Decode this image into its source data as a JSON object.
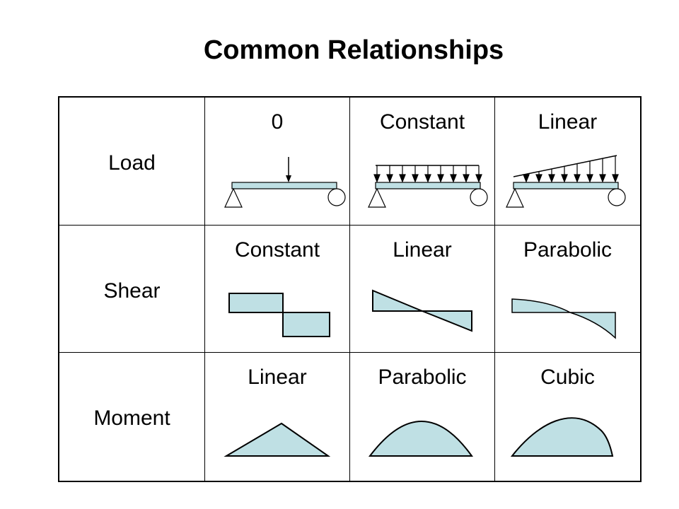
{
  "title": "Common Relationships",
  "rows": [
    {
      "label": "Load",
      "cells": [
        "0",
        "Constant",
        "Linear"
      ]
    },
    {
      "label": "Shear",
      "cells": [
        "Constant",
        "Linear",
        "Parabolic"
      ]
    },
    {
      "label": "Moment",
      "cells": [
        "Linear",
        "Parabolic",
        "Cubic"
      ]
    }
  ],
  "colors": {
    "fill": "#bfe0e4",
    "stroke": "#000000"
  }
}
